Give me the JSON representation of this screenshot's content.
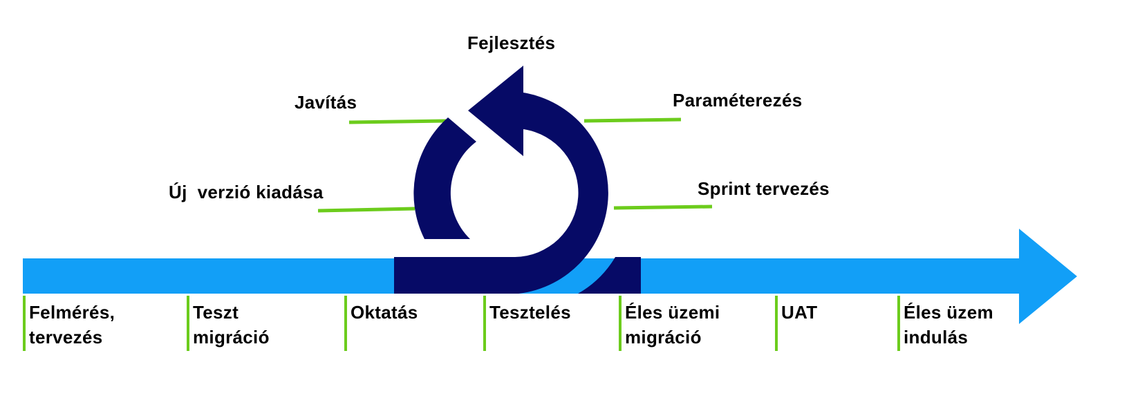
{
  "colors": {
    "timeline": "#129ff7",
    "cycle": "#060a66",
    "accent": "#6ccc1c",
    "text": "#000000"
  },
  "cycle_labels": {
    "fejlesztes": "Fejlesztés",
    "javitas": "Javítás",
    "parameterezes": "Paraméterezés",
    "uj_verzio": "Új  verzió kiadása",
    "sprint": "Sprint tervezés"
  },
  "phases": [
    {
      "line1": "Felmérés,",
      "line2": "tervezés"
    },
    {
      "line1": "Teszt",
      "line2": "migráció"
    },
    {
      "line1": "Oktatás",
      "line2": ""
    },
    {
      "line1": "Tesztelés",
      "line2": ""
    },
    {
      "line1": "Éles üzemi",
      "line2": "migráció"
    },
    {
      "line1": "UAT",
      "line2": ""
    },
    {
      "line1": "Éles üzem",
      "line2": "indulás"
    }
  ]
}
